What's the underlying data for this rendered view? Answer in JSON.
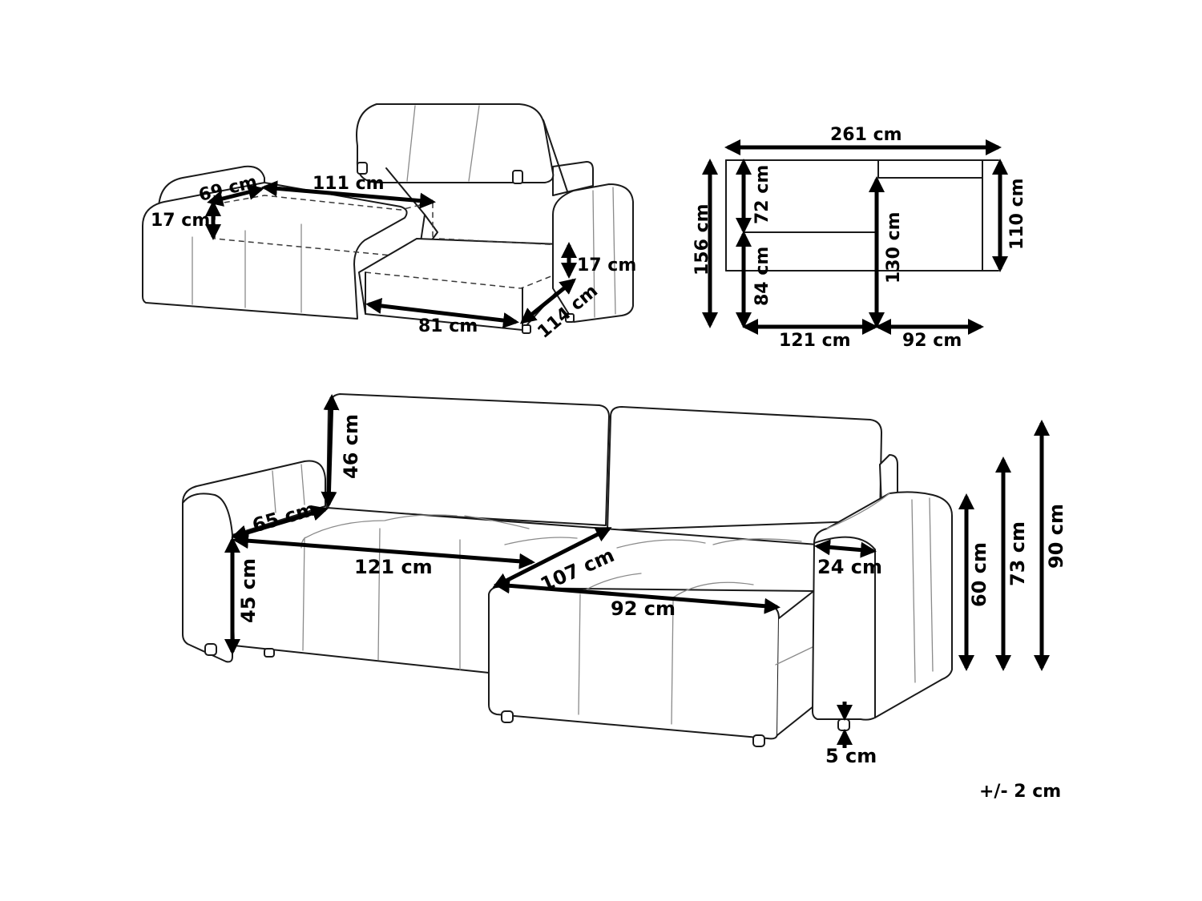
{
  "tolerance": "+/- 2 cm",
  "storage_view": {
    "armrest_depth": "69 cm",
    "storage_width": "111 cm",
    "storage_depth_left": "17 cm",
    "storage_depth_right": "17 cm",
    "chaise_storage_width": "81 cm",
    "chaise_storage_length": "114 cm"
  },
  "top_view": {
    "total_width": "261 cm",
    "total_depth": "156 cm",
    "back_depth": "72 cm",
    "seat_front": "84 cm",
    "chaise_length": "130 cm",
    "right_depth": "110 cm",
    "sofa_width": "121 cm",
    "chaise_width": "92 cm"
  },
  "front_view": {
    "backrest_height": "46 cm",
    "seat_depth": "65 cm",
    "seat_width": "121 cm",
    "seat_height": "45 cm",
    "chaise_depth": "107 cm",
    "chaise_width": "92 cm",
    "armrest_width": "24 cm",
    "armrest_height": "60 cm",
    "back_height": "73 cm",
    "total_height": "90 cm",
    "leg_height": "5 cm"
  }
}
